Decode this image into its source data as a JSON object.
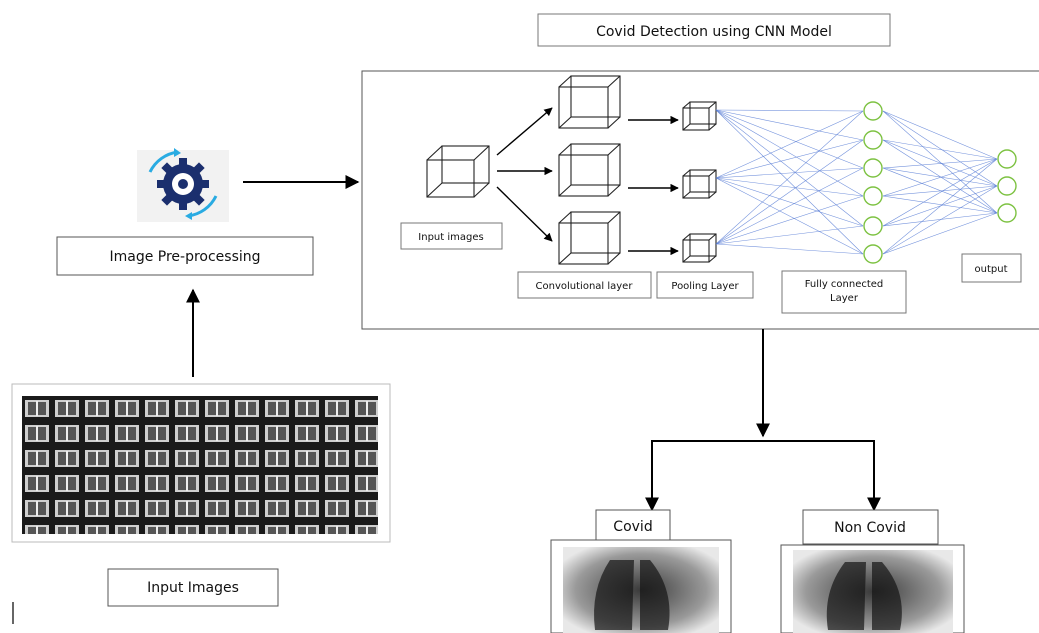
{
  "title": "Covid Detection using CNN Model",
  "preprocessing": {
    "label": "Image Pre-processing",
    "icon": "gear-cycle-icon",
    "icon_color": "#1b2f6e",
    "accent_color": "#29abe2"
  },
  "dataset": {
    "label": "Input Images"
  },
  "cnn": {
    "input_label": "Input images",
    "conv_label": "Convolutional layer",
    "pool_label": "Pooling Layer",
    "fc_label": "Fully connected Layer",
    "output_label": "output",
    "edge_color": "#5b7fd6",
    "neuron_color": "#7dc242"
  },
  "results": [
    {
      "label": "Covid"
    },
    {
      "label": "Non Covid"
    }
  ]
}
